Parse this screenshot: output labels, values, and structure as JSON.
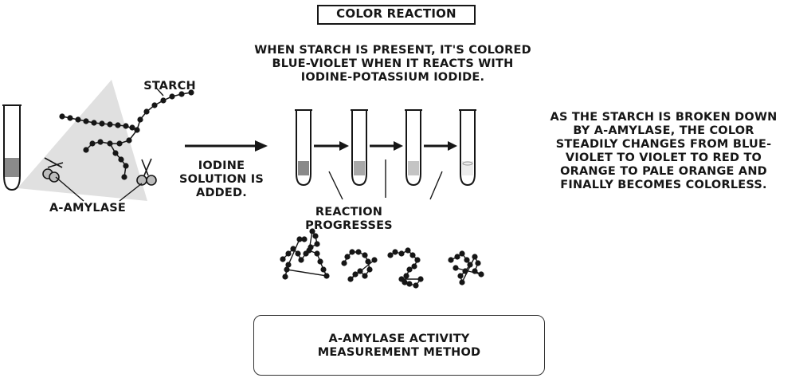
{
  "title": "COLOR REACTION",
  "top_caption": [
    "WHEN STARCH IS PRESENT, IT'S COLORED",
    "BLUE-VIOLET WHEN IT REACTS WITH",
    "IODINE-POTASSIUM IODIDE."
  ],
  "labels": {
    "starch": "STARCH",
    "amylase": "α-AMYLASE",
    "iodine": [
      "IODINE",
      "SOLUTION IS",
      "ADDED."
    ],
    "progress": [
      "REACTION",
      "PROGRESSES"
    ]
  },
  "right_caption": [
    "AS THE STARCH IS BROKEN DOWN",
    "BY α-AMYLASE, THE COLOR",
    "STEADILY CHANGES FROM BLUE-",
    "VIOLET TO VIOLET TO RED TO",
    "ORANGE TO PALE ORANGE AND",
    "FINALLY BECOMES COLORLESS."
  ],
  "method_box": [
    "α-AMYLASE ACTIVITY",
    "MEASUREMENT METHOD"
  ],
  "colors": {
    "ink": "#161616",
    "shadow": "#d9d9d9",
    "tube_liquid_1": "#8a8a8a",
    "tube_liquid_2": "#a8a8a8",
    "tube_liquid_3": "#c4c4c4",
    "tube_liquid_4": "#ececec"
  }
}
